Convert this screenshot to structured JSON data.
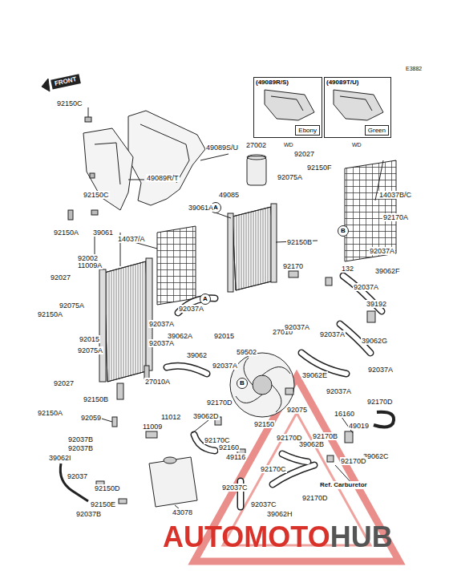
{
  "diagram": {
    "nodes": [
      {
        "text": [
          "(49089R/S)"
        ]
      },
      {
        "text": [
          "Ebony"
        ],
        "in": 0
      },
      {
        "text": [
          "(49089T/U)"
        ]
      },
      {
        "text": [
          "Green"
        ],
        "in": 2
      },
      {
        "text": [
          "A"
        ]
      },
      {
        "text": [
          "B"
        ]
      },
      {
        "text": [
          "A"
        ]
      },
      {
        "text": [
          "B"
        ]
      }
    ],
    "labels": [
      "E3882",
      "FRONT",
      "92150C",
      "49089S/U",
      "49089R/T",
      "92150C",
      "92150A",
      "39061",
      "39061A",
      "49085",
      "27002",
      "92027",
      "92150F",
      "92075A",
      "14037B/C",
      "14037/A",
      "92170A",
      "92037A",
      "92150B",
      "92002",
      "11009A",
      "92027",
      "92075A",
      "92150A",
      "132",
      "39062F",
      "92170",
      "92037A",
      "39192",
      "92037A",
      "92037A",
      "39062A",
      "92037A",
      "92015",
      "92075A",
      "92015",
      "27010",
      "59502",
      "92037A",
      "92037A",
      "39062G",
      "39062",
      "92037A",
      "39062E",
      "92037A",
      "92037A",
      "92027",
      "27010A",
      "92150B",
      "92150A",
      "92059",
      "11009",
      "11012",
      "39062D",
      "92170D",
      "92150",
      "92075",
      "92170D",
      "16160",
      "49019",
      "92170C",
      "92160",
      "92170D",
      "92170B",
      "39062B",
      "39062C",
      "92037B",
      "92037B",
      "39062I",
      "92037",
      "49116",
      "92170C",
      "92170D",
      "Ref. Carburetor",
      "92150D",
      "92037C",
      "92150E",
      "92037C",
      "39062H",
      "92170D",
      "92037B",
      "43078",
      "WD",
      "WD",
      "AUTOMOTOHUB"
    ]
  }
}
